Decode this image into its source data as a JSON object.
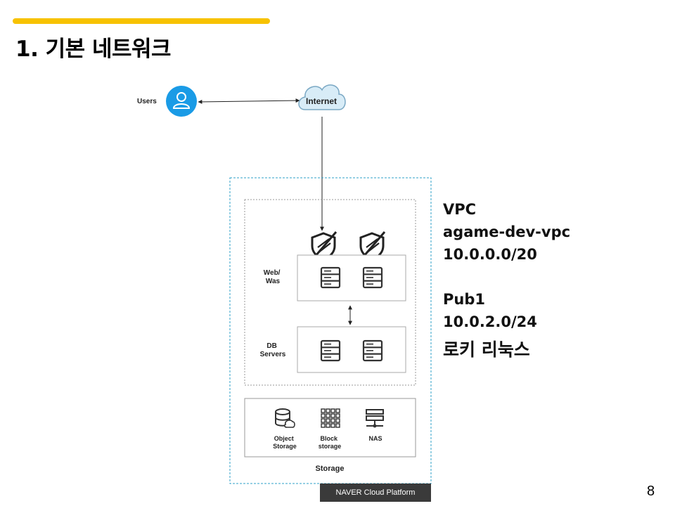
{
  "slide": {
    "title": "1. 기본 네트워크",
    "page_number": "8",
    "accent_color": "#f7c200"
  },
  "diagram": {
    "users_label": "Users",
    "internet_label": "Internet",
    "tiers": {
      "web_was": "Web/\nWas",
      "db_servers": "DB\nServers"
    },
    "storage": {
      "object_storage": "Object\nStorage",
      "block_storage": "Block\nstorage",
      "nas": "NAS",
      "storage_label": "Storage"
    },
    "footer_tag": "NAVER Cloud Platform",
    "icons": [
      "user-icon",
      "cloud-icon",
      "firewall-icon",
      "server-icon",
      "database-icon",
      "grid-icon",
      "nas-icon"
    ],
    "colors": {
      "user_icon": "#1a9be6",
      "vpc_border": "#2fa0c8",
      "cloud_fill": "#d8ecf7"
    }
  },
  "info": {
    "vpc_title": "VPC",
    "vpc_name": "agame-dev-vpc",
    "vpc_cidr": "10.0.0.0/20",
    "subnet_name": "Pub1",
    "subnet_cidr": "10.0.2.0/24",
    "os_label": "로키 리눅스"
  }
}
